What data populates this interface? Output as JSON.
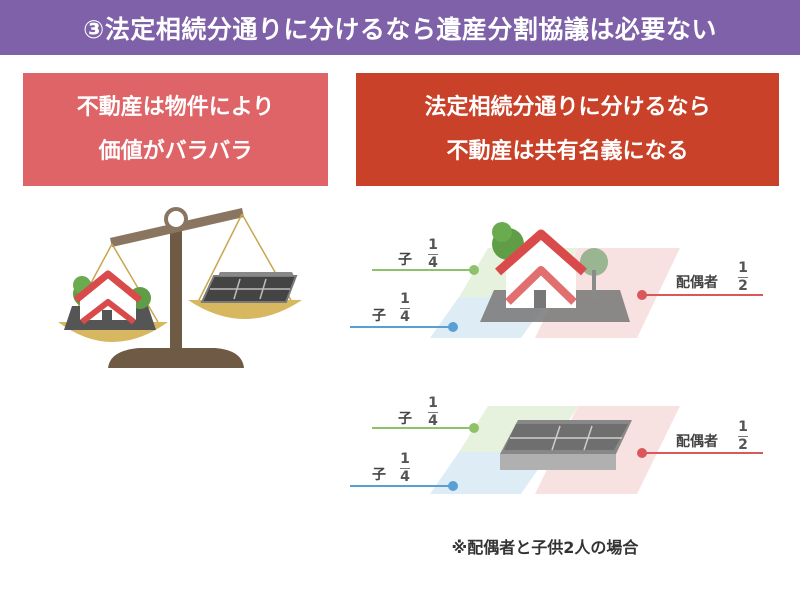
{
  "title": "③法定相続分通りに分けるなら遺産分割協議は必要ない",
  "left_box": {
    "line1": "不動産は物件により",
    "line2": "価値がバラバラ"
  },
  "right_box": {
    "line1": "法定相続分通りに分けるなら",
    "line2": "不動産は共有名義になる"
  },
  "diagram_house": {
    "child1": {
      "label": "子",
      "numerator": "1",
      "denominator": "4"
    },
    "child2": {
      "label": "子",
      "numerator": "1",
      "denominator": "4"
    },
    "spouse": {
      "label": "配偶者",
      "numerator": "1",
      "denominator": "2"
    }
  },
  "diagram_land": {
    "child1": {
      "label": "子",
      "numerator": "1",
      "denominator": "4"
    },
    "child2": {
      "label": "子",
      "numerator": "1",
      "denominator": "4"
    },
    "spouse": {
      "label": "配偶者",
      "numerator": "1",
      "denominator": "2"
    }
  },
  "note": "※配偶者と子供2人の場合",
  "colors": {
    "title_bg": "#7e61a8",
    "left_box": "#df6467",
    "right_box": "#c94128",
    "child_green": "#8dc26a",
    "child_blue": "#5a9fd4",
    "spouse_red": "#d9585a"
  }
}
